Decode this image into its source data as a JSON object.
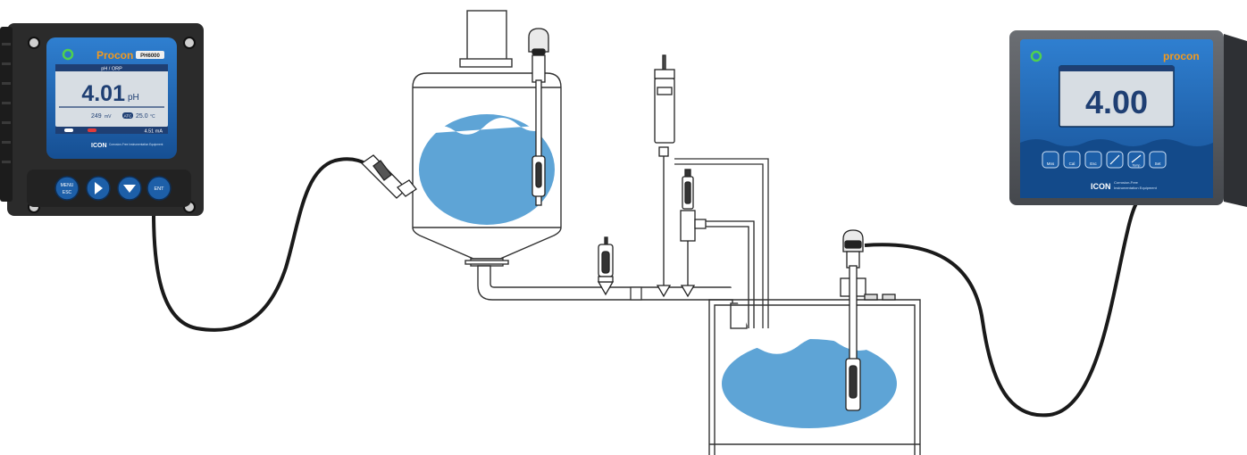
{
  "left_meter": {
    "brand": "Procon",
    "model_badge": "PH6000",
    "mode": "pH / ORP",
    "reading_value": "4.01",
    "reading_unit": "pH",
    "mv_value": "249",
    "mv_unit": "mV",
    "atc_label": "ATC",
    "temp_value": "25.0",
    "temp_unit": "°C",
    "current_output": "4.51 mA",
    "footer_logo": "ICON",
    "footer_tagline": "Corrosion-Free Instrumentation Equipment",
    "buttons": [
      "MENU",
      "ESC",
      "ENT"
    ]
  },
  "right_meter": {
    "brand": "procon",
    "reading_value": "4.00",
    "buttons": [
      "Mns",
      "Cal",
      "Esc",
      "",
      "Temp",
      "Set"
    ],
    "footer_logo": "ICON",
    "footer_tagline_1": "Corrosion-Free",
    "footer_tagline_2": "Instrumentation Equipment"
  },
  "colors": {
    "water": "#5ea4d6",
    "panel_dark": "#2a2a2a",
    "panel_blue": "#1d5fa8",
    "lcd": "#d7dde3",
    "cable": "#1a1a1a"
  }
}
